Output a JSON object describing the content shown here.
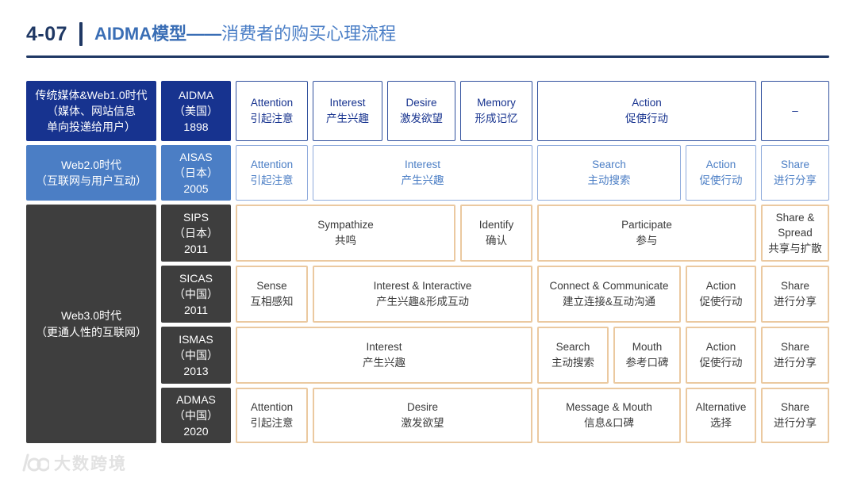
{
  "header": {
    "slide_number": "4-07",
    "title_bold": "AIDMA模型——",
    "title_rest": "消费者的购买心理流程"
  },
  "colors": {
    "navy": "#17338F",
    "navy_border": "#31519E",
    "medium_blue": "#4B7EC5",
    "blue_border": "#8FABDC",
    "dark_gray": "#3E3E3E",
    "tan": "#EBC9A0",
    "title_navy": "#1F3864",
    "title_blue": "#3A6EB5",
    "title_blue_light": "#4A7EC6",
    "watermark_gray": "#E2E2E2"
  },
  "table": {
    "rows": [
      {
        "theme": "navy",
        "era": {
          "name": "era-cell-web1",
          "rowspan": 1,
          "lines": [
            "传统媒体&Web1.0时代",
            "（媒体、网站信息",
            "单向投递给用户）"
          ]
        },
        "model": {
          "lines": [
            "AIDMA",
            "（美国）",
            "1898"
          ]
        },
        "stages": [
          {
            "en": "Attention",
            "zh": "引起注意",
            "span": 1
          },
          {
            "en": "Interest",
            "zh": "产生兴趣",
            "span": 1
          },
          {
            "en": "Desire",
            "zh": "激发欲望",
            "span": 1
          },
          {
            "en": "Memory",
            "zh": "形成记忆",
            "span": 1
          },
          {
            "en": "Action",
            "zh": "促使行动",
            "span": 3
          },
          {
            "en": "–",
            "zh": "",
            "span": 1
          }
        ]
      },
      {
        "theme": "blue",
        "era": {
          "name": "era-cell-web2",
          "rowspan": 1,
          "lines": [
            "Web2.0时代",
            "（互联网与用户互动）"
          ]
        },
        "model": {
          "lines": [
            "AISAS",
            "（日本）",
            "2005"
          ]
        },
        "stages": [
          {
            "en": "Attention",
            "zh": "引起注意",
            "span": 1
          },
          {
            "en": "Interest",
            "zh": "产生兴趣",
            "span": 3
          },
          {
            "en": "Search",
            "zh": "主动搜索",
            "span": 2
          },
          {
            "en": "Action",
            "zh": "促使行动",
            "span": 1
          },
          {
            "en": "Share",
            "zh": "进行分享",
            "span": 1
          }
        ]
      },
      {
        "theme": "tan",
        "era": {
          "name": "era-cell-web3",
          "rowspan": 4,
          "lines": [
            "Web3.0时代",
            "（更通人性的互联网）"
          ]
        },
        "model": {
          "lines": [
            "SIPS",
            "（日本）",
            "2011"
          ]
        },
        "stages": [
          {
            "en": "Sympathize",
            "zh": "共鸣",
            "span": 3
          },
          {
            "en": "Identify",
            "zh": "确认",
            "span": 1
          },
          {
            "en": "Participate",
            "zh": "参与",
            "span": 3
          },
          {
            "en": "Share & Spread",
            "zh": "共享与扩散",
            "span": 1
          }
        ]
      },
      {
        "theme": "tan",
        "model": {
          "lines": [
            "SICAS",
            "（中国）",
            "2011"
          ]
        },
        "stages": [
          {
            "en": "Sense",
            "zh": "互相感知",
            "span": 1
          },
          {
            "en": "Interest & Interactive",
            "zh": "产生兴趣&形成互动",
            "span": 3
          },
          {
            "en": "Connect & Communicate",
            "zh": "建立连接&互动沟通",
            "span": 2
          },
          {
            "en": "Action",
            "zh": "促使行动",
            "span": 1
          },
          {
            "en": "Share",
            "zh": "进行分享",
            "span": 1
          }
        ]
      },
      {
        "theme": "tan",
        "model": {
          "lines": [
            "ISMAS",
            "（中国）",
            "2013"
          ]
        },
        "stages": [
          {
            "en": "Interest",
            "zh": "产生兴趣",
            "span": 4
          },
          {
            "en": "Search",
            "zh": "主动搜索",
            "span": 1
          },
          {
            "en": "Mouth",
            "zh": "参考口碑",
            "span": 1
          },
          {
            "en": "Action",
            "zh": "促使行动",
            "span": 1
          },
          {
            "en": "Share",
            "zh": "进行分享",
            "span": 1
          }
        ]
      },
      {
        "theme": "tan",
        "model": {
          "lines": [
            "ADMAS",
            "（中国）",
            "2020"
          ]
        },
        "stages": [
          {
            "en": "Attention",
            "zh": "引起注意",
            "span": 1
          },
          {
            "en": "Desire",
            "zh": "激发欲望",
            "span": 3
          },
          {
            "en": "Message & Mouth",
            "zh": "信息&口碑",
            "span": 2
          },
          {
            "en": "Alternative",
            "zh": "选择",
            "span": 1
          },
          {
            "en": "Share",
            "zh": "进行分享",
            "span": 1
          }
        ]
      }
    ]
  },
  "watermark": {
    "text": "大数跨境"
  }
}
